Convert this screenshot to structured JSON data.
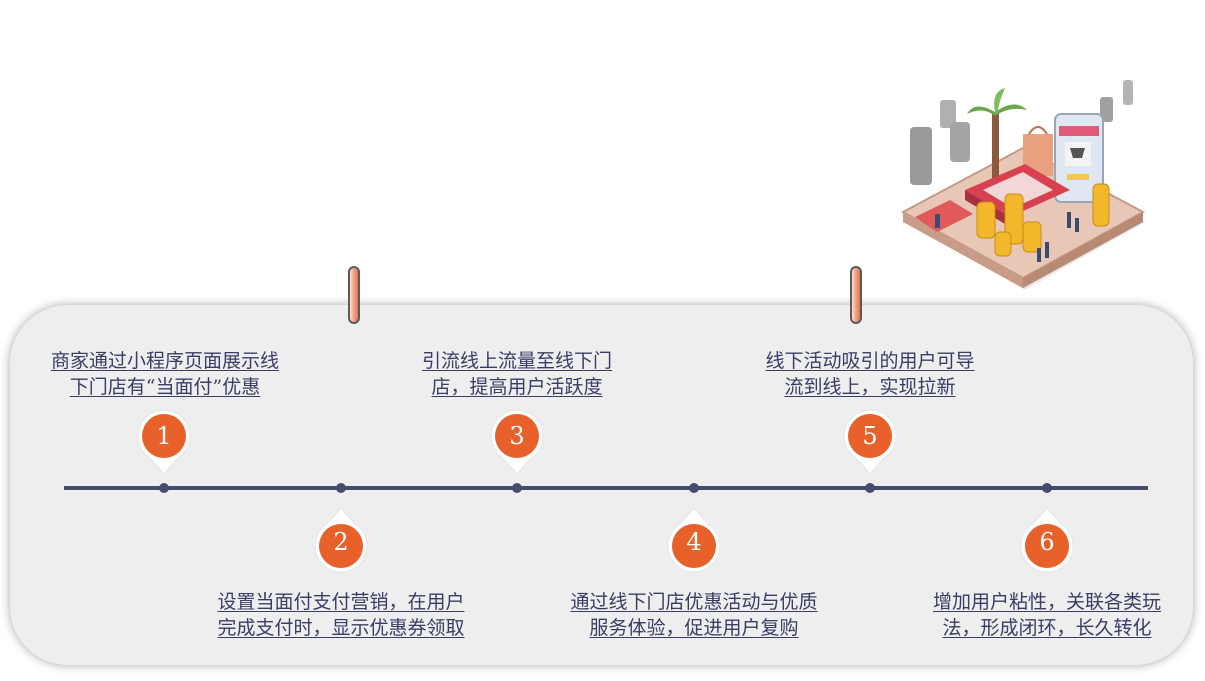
{
  "colors": {
    "accent": "#e8612b",
    "line": "#474b6c",
    "text": "#3a3d66",
    "panel": "#eeeeee"
  },
  "steps": [
    {
      "num": "1",
      "line1": "商家通过小程序页面展示线",
      "line2": "下门店有“当面付”优惠"
    },
    {
      "num": "2",
      "line1": "设置当面付支付营销，在用户",
      "line2": "完成支付时，显示优惠券领取"
    },
    {
      "num": "3",
      "line1": "引流线上流量至线下门",
      "line2": "店，提高用户活跃度"
    },
    {
      "num": "4",
      "line1": "通过线下门店优惠活动与优质",
      "line2": "服务体验，促进用户复购"
    },
    {
      "num": "5",
      "line1": "线下活动吸引的用户可导",
      "line2": "流到线上，实现拉新"
    },
    {
      "num": "6",
      "line1": "增加用户粘性，关联各类玩",
      "line2": "法，形成闭环，长久转化"
    }
  ],
  "illustration": {
    "icon": "online-store-isometric-icon"
  }
}
